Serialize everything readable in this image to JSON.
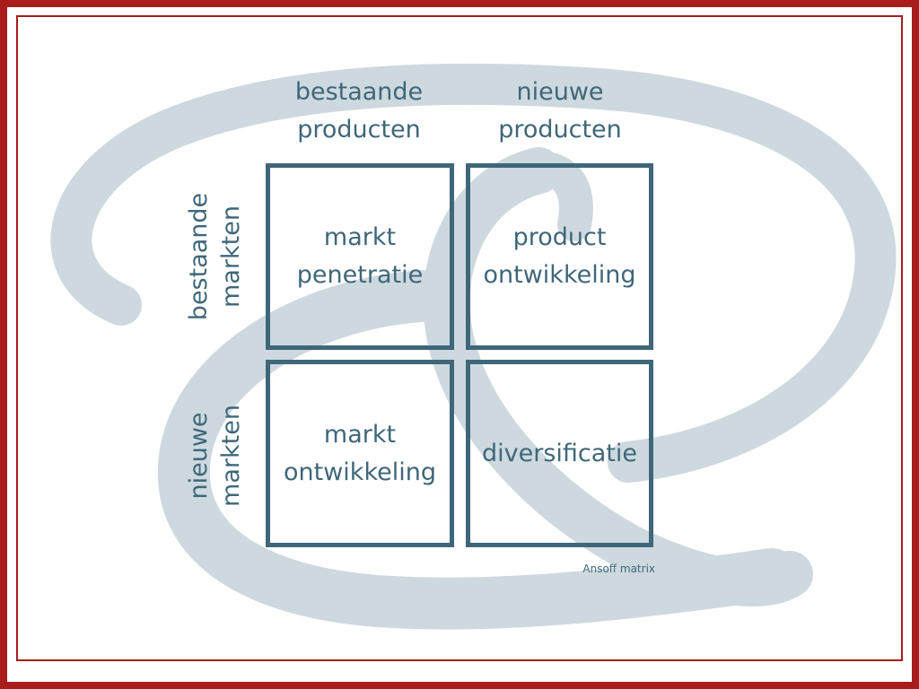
{
  "diagram": {
    "columns": [
      {
        "label": "bestaande\nproducten"
      },
      {
        "label": "nieuwe\nproducten"
      }
    ],
    "rows": [
      {
        "label": "bestaande\nmarkten"
      },
      {
        "label": "nieuwe\nmarkten"
      }
    ],
    "cells": [
      {
        "label": "markt\npenetratie"
      },
      {
        "label": "product\nontwikkeling"
      },
      {
        "label": "markt\nontwikkeling"
      },
      {
        "label": "diversificatie"
      }
    ],
    "caption": "Ansoff matrix"
  },
  "colors": {
    "frame": "#a81c1c",
    "ink": "#3f6779",
    "watermark": "#cdd9df"
  },
  "icons": {
    "watermark": "ampersand-logo-icon"
  }
}
